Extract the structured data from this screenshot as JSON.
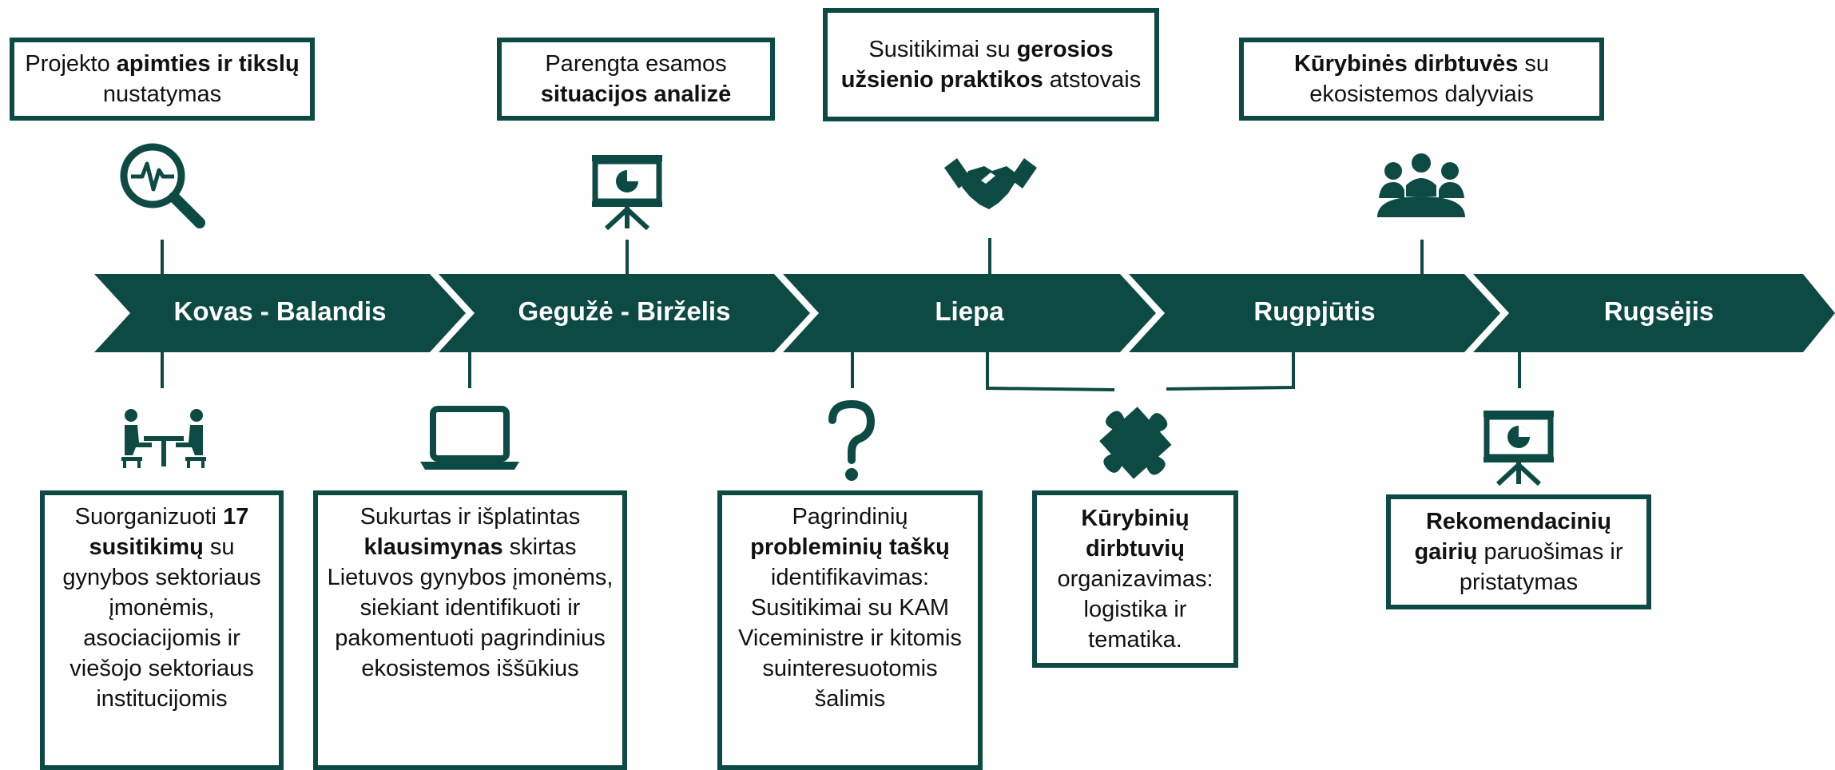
{
  "theme": {
    "accent": "#0d4a44"
  },
  "phases": [
    {
      "label": "Kovas - Balandis"
    },
    {
      "label": "Gegužė - Birželis"
    },
    {
      "label": "Liepa"
    },
    {
      "label": "Rugpjūtis"
    },
    {
      "label": "Rugsėjis"
    }
  ],
  "top_boxes": [
    {
      "icon": "magnifier-pulse-icon",
      "parts": [
        "Projekto ",
        "apimties ir tikslų",
        " nustatymas"
      ]
    },
    {
      "icon": "presentation-board-icon",
      "parts": [
        "Parengta esamos ",
        "situacijos analizė",
        ""
      ]
    },
    {
      "icon": "handshake-icon",
      "parts": [
        "Susitikimai su ",
        "gerosios užsienio praktikos",
        " atstovais"
      ]
    },
    {
      "icon": "people-group-icon",
      "parts": [
        "",
        "Kūrybinės dirbtuvės",
        " su ekosistemos dalyviais"
      ]
    }
  ],
  "bottom_boxes": [
    {
      "icon": "meeting-table-icon",
      "parts": [
        "Suorganizuoti ",
        "17 susitikimų",
        " su gynybos sektoriaus įmonėmis, asociacijomis ir viešojo sektoriaus institucijomis"
      ]
    },
    {
      "icon": "laptop-icon",
      "parts": [
        "Sukurtas ir išplatintas ",
        "klausimynas",
        " skirtas Lietuvos gynybos įmonėms, siekiant identifikuoti ir pakomentuoti pagrindinius ekosistemos iššūkius"
      ]
    },
    {
      "icon": "question-mark-icon",
      "parts": [
        "Pagrindinių ",
        "probleminių taškų",
        " identifikavimas: Susitikimai su KAM Viceministre ir kitomis suinteresuotomis šalimis"
      ]
    },
    {
      "icon": "puzzle-piece-icon",
      "parts": [
        "",
        "Kūrybinių dirbtuvių",
        " organizavimas: logistika ir tematika."
      ]
    },
    {
      "icon": "presentation-board-icon",
      "parts": [
        "",
        "Rekomendacinių gairių",
        " paruošimas ir pristatymas"
      ]
    }
  ]
}
